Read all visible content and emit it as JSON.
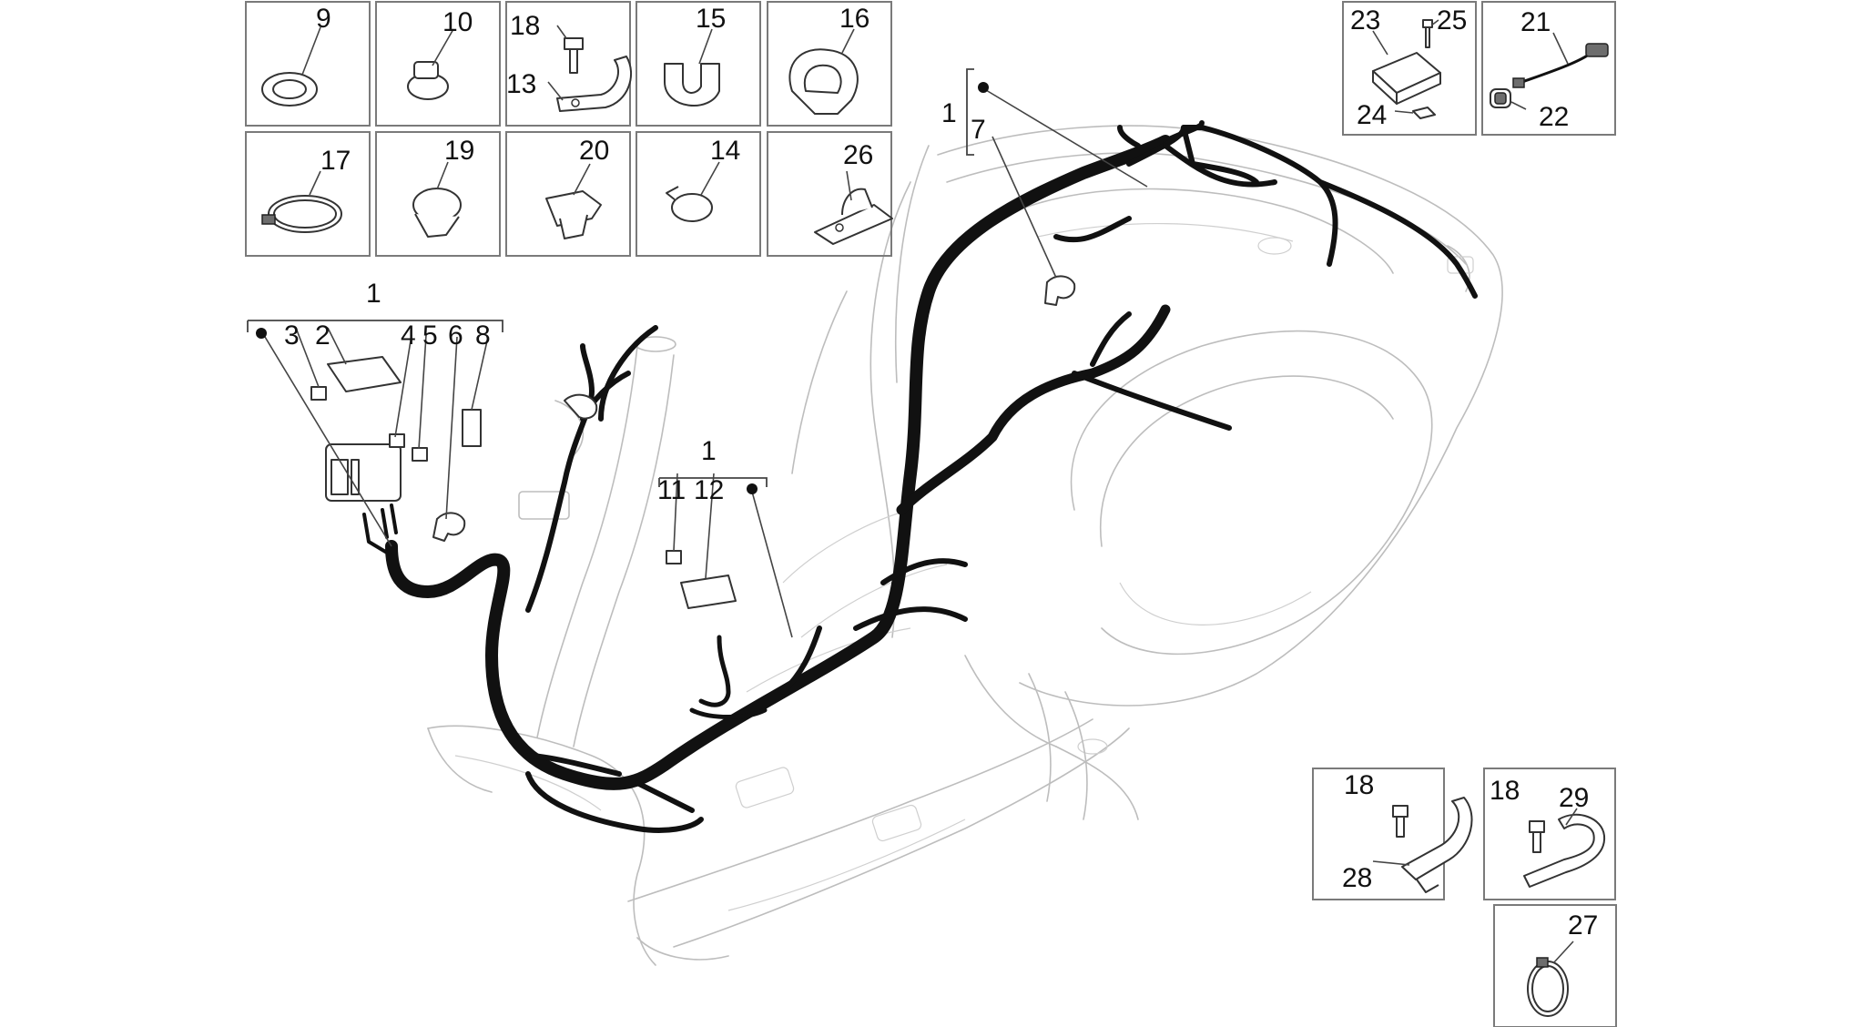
{
  "diagram": {
    "callouts": {
      "c9": "9",
      "c10": "10",
      "c18a": "18",
      "c13": "13",
      "c15": "15",
      "c16": "16",
      "c17": "17",
      "c19": "19",
      "c20": "20",
      "c14": "14",
      "c26": "26",
      "c23": "23",
      "c25": "25",
      "c24": "24",
      "c21": "21",
      "c22": "22",
      "c1a": "1",
      "c7": "7",
      "c1b": "1",
      "c3": "3",
      "c2": "2",
      "c4": "4",
      "c5": "5",
      "c6": "6",
      "c8": "8",
      "c1c": "1",
      "c11": "11",
      "c12": "12",
      "c18b": "18",
      "c28": "28",
      "c18c": "18",
      "c29": "29",
      "c27": "27"
    }
  }
}
